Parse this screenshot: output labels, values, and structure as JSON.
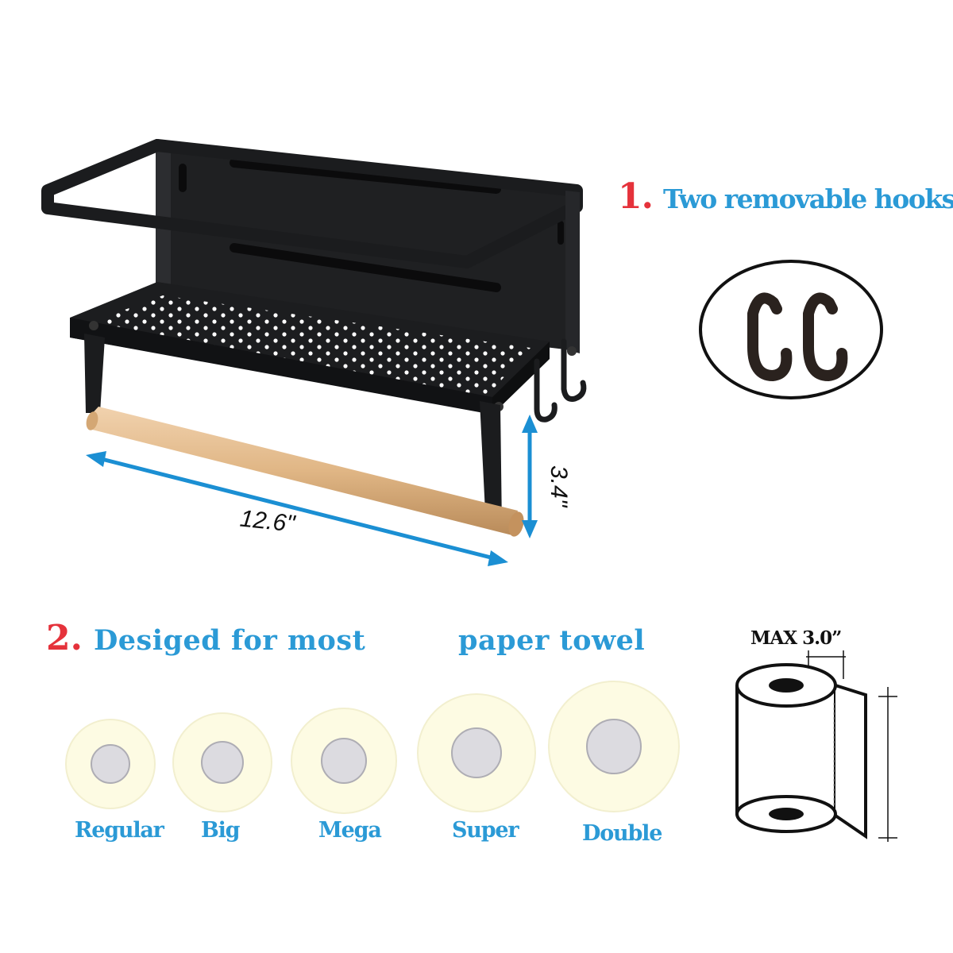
{
  "feature1": {
    "number": "1.",
    "text": "Two removable hooks"
  },
  "feature2": {
    "number": "2.",
    "text_a": "Desiged for most",
    "text_b": "paper towel"
  },
  "dimensions": {
    "width": "12.6\"",
    "height": "3.4\""
  },
  "max_label": "MAX 3.0”",
  "roll_sizes": [
    {
      "label": "Regular"
    },
    {
      "label": "Big"
    },
    {
      "label": "Mega"
    },
    {
      "label": "Super"
    },
    {
      "label": "Double"
    }
  ],
  "colors": {
    "red": "#e5323b",
    "blue": "#2b9ad6",
    "rack": "#1c1d1f",
    "wood": "#e3b98c",
    "roll": "#fdfbe3",
    "core": "#dcdbe0"
  }
}
